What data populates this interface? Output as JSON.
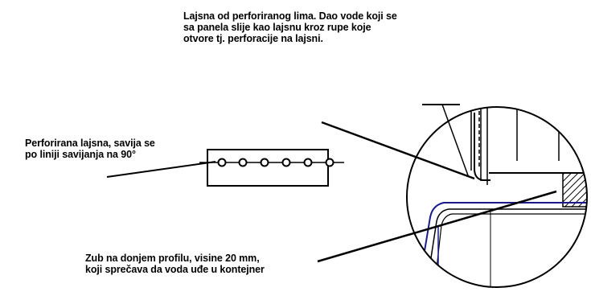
{
  "labels": {
    "top": {
      "lines": [
        "Lajsna od perforiranog lima. Dao vode koji se",
        "sa panela slije kao lajsnu kroz rupe koje",
        "otvore tj. perforacije na lajsni."
      ]
    },
    "left": {
      "lines": [
        "Perforirana lajsna, savija se",
        "po liniji savijanja na 90°"
      ]
    },
    "bottom": {
      "lines": [
        "Zub na donjem profilu, visine 20 mm,",
        "koji sprečava da voda uđe u kontejner"
      ]
    }
  },
  "colors": {
    "ink": "#000000",
    "profile_blue": "#1a1a8c"
  }
}
